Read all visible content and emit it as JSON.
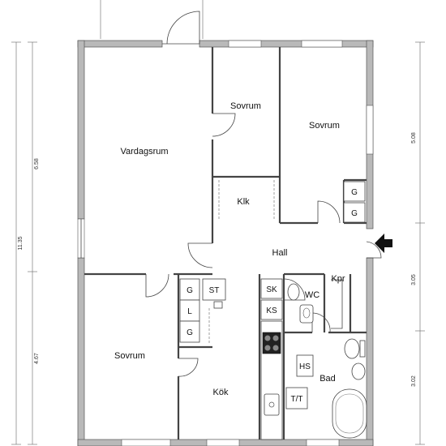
{
  "rooms": {
    "vardagsrum": "Vardagsrum",
    "sovrum_top_small": "Sovrum",
    "sovrum_top_right": "Sovrum",
    "klk": "Klk",
    "hall": "Hall",
    "kpr": "Kpr",
    "wc": "WC",
    "sovrum_bottom": "Sovrum",
    "kok": "Kök",
    "bad": "Bad"
  },
  "cabinets": {
    "g_top_1": "G",
    "g_top_2": "G",
    "g_left_1": "G",
    "l_left": "L",
    "g_left_2": "G",
    "st": "ST",
    "sk": "SK",
    "ks": "KS",
    "hs": "HS",
    "tt": "T/T"
  },
  "dimensions": {
    "left_upper": "6.58",
    "left_total": "11.35",
    "left_lower": "4.67",
    "right_upper": "5.08",
    "right_middle": "3.05",
    "right_lower": "3.02"
  },
  "icons": {
    "entrance": "entrance-arrow-icon"
  }
}
